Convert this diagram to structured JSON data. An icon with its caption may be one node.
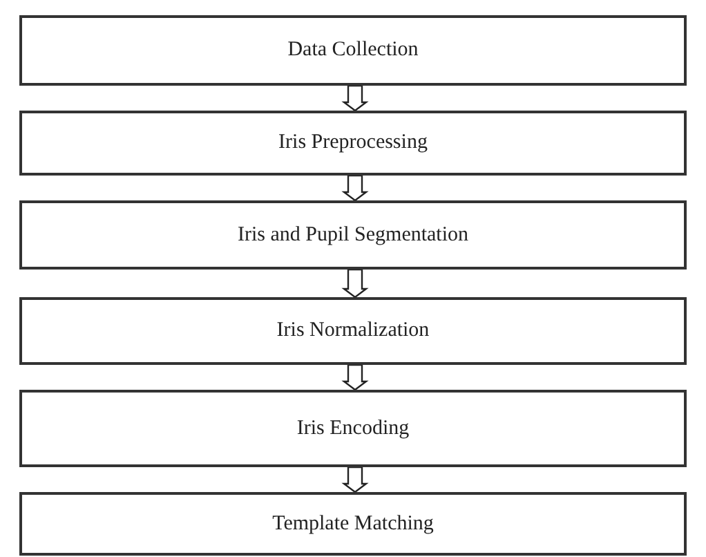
{
  "diagram": {
    "nodes": [
      {
        "text": [
          "Data Collection"
        ]
      },
      {
        "text": [
          "Iris Preprocessing"
        ]
      },
      {
        "text": [
          "Iris and Pupil Segmentation"
        ]
      },
      {
        "text": [
          "Iris Normalization"
        ]
      },
      {
        "text": [
          "Iris Encoding"
        ]
      },
      {
        "text": [
          "Template Matching"
        ]
      }
    ],
    "edges": [
      {
        "from": 0,
        "to": 1,
        "arrow": "to"
      },
      {
        "from": 1,
        "to": 2,
        "arrow": "to"
      },
      {
        "from": 2,
        "to": 3,
        "arrow": "to"
      },
      {
        "from": 3,
        "to": 4,
        "arrow": "to"
      },
      {
        "from": 4,
        "to": 5,
        "arrow": "to"
      }
    ]
  }
}
